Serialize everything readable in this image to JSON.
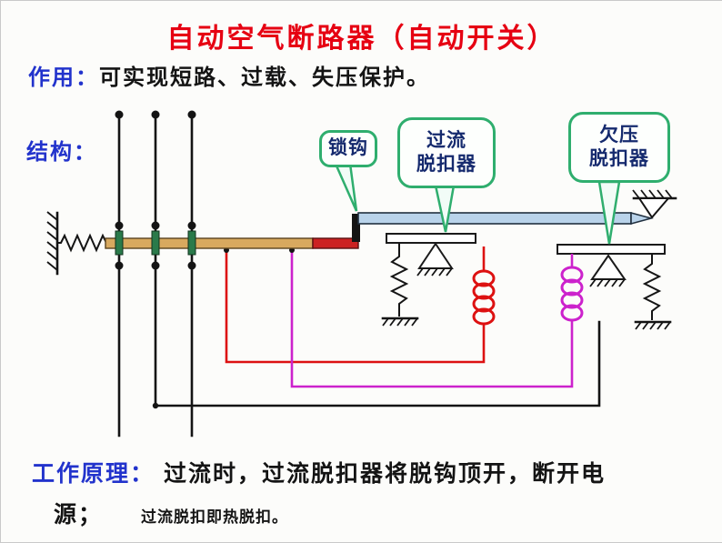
{
  "title": "自动空气断路器（自动开关）",
  "function_line": {
    "label": "作用：",
    "text": "可实现短路、过载、失压保护。"
  },
  "structure_label": "结构：",
  "diagram": {
    "callouts": {
      "lock_hook": "锁钩",
      "overcurrent": {
        "line1": "过流",
        "line2": "脱扣器"
      },
      "undervoltage": {
        "line1": "欠压",
        "line2": "脱扣器"
      }
    }
  },
  "principle": {
    "label": "工作原理：",
    "line1_text": "过流时，过流脱扣器将脱钩顶开，断开电",
    "line2_text": "源；",
    "note": "过流脱扣即热脱扣。"
  },
  "colors": {
    "title_red": "#e60012",
    "label_blue": "#2233cc",
    "body_black": "#141414",
    "callout_green": "#2fae6e",
    "callout_text": "#152a6e",
    "rod_yellow": "#d8a95f",
    "rod_red": "#cc2222",
    "lever_blue": "#b9d3ea",
    "coil_red": "#dd1111",
    "coil_magenta": "#cc22cc",
    "contact_green": "#2a7a4a",
    "wire_black": "#141414"
  }
}
